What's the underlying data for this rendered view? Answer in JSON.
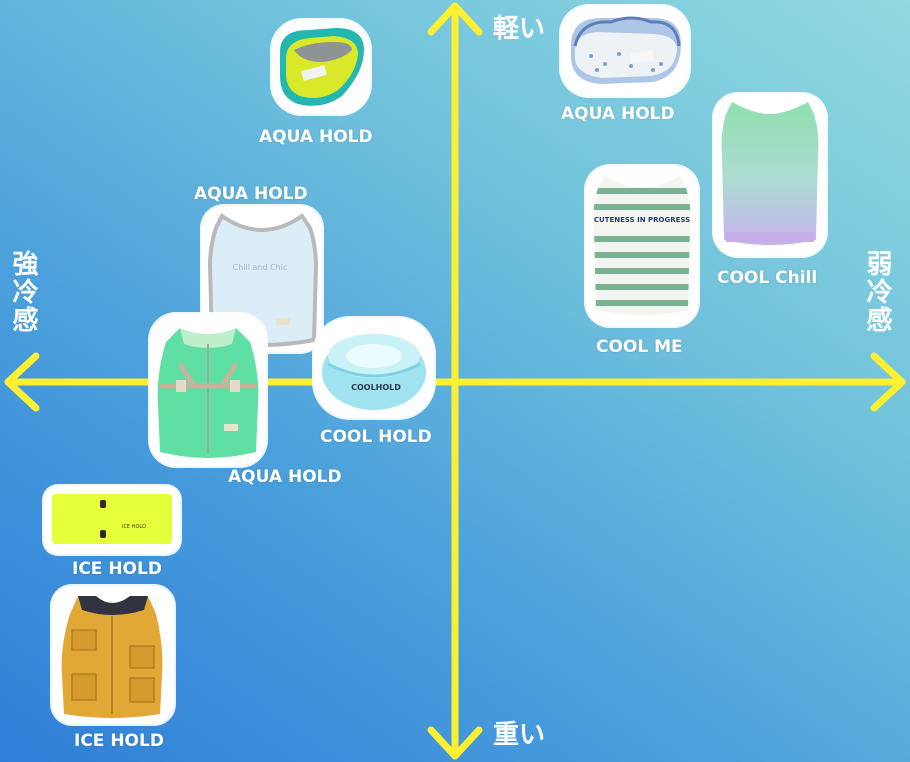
{
  "axes": {
    "top": "軽い",
    "bottom": "重い",
    "left": "強冷感",
    "right": "弱冷感"
  },
  "products": [
    {
      "label": "AQUA HOLD",
      "item": "neck-cooler-yellow"
    },
    {
      "label": "AQUA HOLD",
      "item": "neck-scrunchie-blue"
    },
    {
      "label": "AQUA HOLD",
      "item": "tank-light-blue"
    },
    {
      "label": "COOL Chill",
      "item": "tank-gradient-green-purple"
    },
    {
      "label": "COOL ME",
      "item": "tank-striped-green"
    },
    {
      "label": "COOL HOLD",
      "item": "cooling-bowl-clear"
    },
    {
      "label": "AQUA HOLD",
      "item": "harness-vest-mint"
    },
    {
      "label": "ICE HOLD",
      "item": "neck-band-lime"
    },
    {
      "label": "ICE HOLD",
      "item": "vest-mustard"
    }
  ],
  "print": {
    "tank_text": "Chill and Chic",
    "striped_text": "CUTENESS IN PROGRESS",
    "bowl_text": "COOLHOLD",
    "band_text": "ICE HOLD"
  },
  "colors": {
    "arrow": "#fdf032",
    "bg_light": "#8fd9df",
    "bg_dark": "#2f7fd8"
  }
}
